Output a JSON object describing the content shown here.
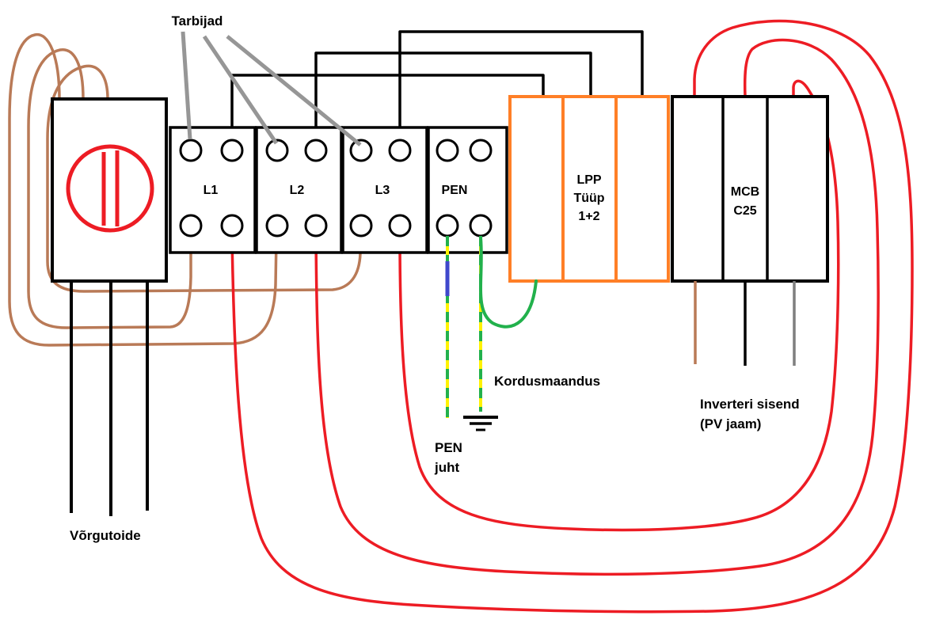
{
  "diagram": {
    "labels": {
      "tarbijad": "Tarbijad",
      "l1": "L1",
      "l2": "L2",
      "l3": "L3",
      "pen": "PEN",
      "lpp_1": "LPP",
      "lpp_2": "Tüüp",
      "lpp_3": "1+2",
      "mcb_1": "MCB",
      "mcb_2": "C25",
      "inverter_1": "Inverteri sisend",
      "inverter_2": "(PV jaam)",
      "kordusmaandus": "Kordusmaandus",
      "pen_juht_1": "PEN",
      "pen_juht_2": "juht",
      "vorgutoide": "Võrgutoide"
    },
    "colors": {
      "wire_black": "#000000",
      "wire_red": "#ed1c24",
      "wire_brown": "#b97a57",
      "wire_green": "#22b14c",
      "wire_yellow": "#fff200",
      "wire_blue": "#3f48cc",
      "wire_gray": "#7f7f7f",
      "box_orange": "#ff7f27",
      "label_gray": "#969696",
      "text_black": "#000000"
    }
  }
}
